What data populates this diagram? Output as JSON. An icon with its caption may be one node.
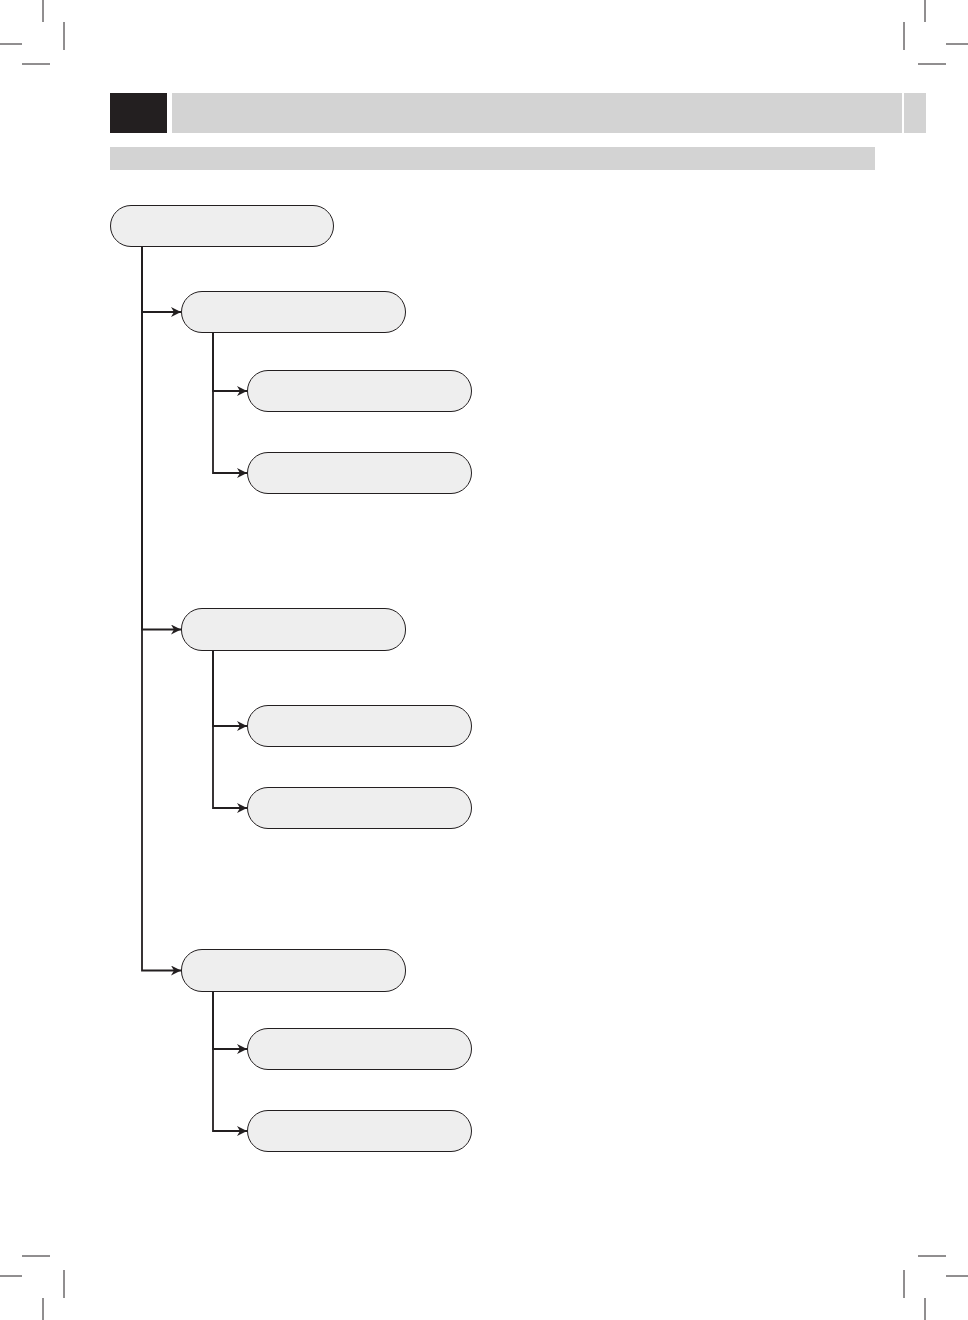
{
  "diagram": {
    "nodes": [
      {
        "text": [],
        "shape": "box"
      },
      {
        "text": [],
        "shape": "box"
      },
      {
        "text": [],
        "shape": "box"
      },
      {
        "text": [],
        "shape": "box"
      },
      {
        "text": [],
        "shape": "box"
      },
      {
        "text": [],
        "shape": "box"
      },
      {
        "text": [],
        "shape": "box"
      },
      {
        "text": [],
        "shape": "box"
      },
      {
        "text": [],
        "shape": "box"
      },
      {
        "text": [],
        "shape": "box"
      }
    ],
    "edges": [
      {
        "from": 0,
        "to": 1,
        "arrow": "to"
      },
      {
        "from": 1,
        "to": 2,
        "arrow": "to"
      },
      {
        "from": 1,
        "to": 3,
        "arrow": "to"
      },
      {
        "from": 0,
        "to": 4,
        "arrow": "to"
      },
      {
        "from": 4,
        "to": 5,
        "arrow": "to"
      },
      {
        "from": 4,
        "to": 6,
        "arrow": "to"
      },
      {
        "from": 0,
        "to": 7,
        "arrow": "to"
      },
      {
        "from": 7,
        "to": 8,
        "arrow": "to"
      },
      {
        "from": 7,
        "to": 9,
        "arrow": "to"
      }
    ]
  }
}
